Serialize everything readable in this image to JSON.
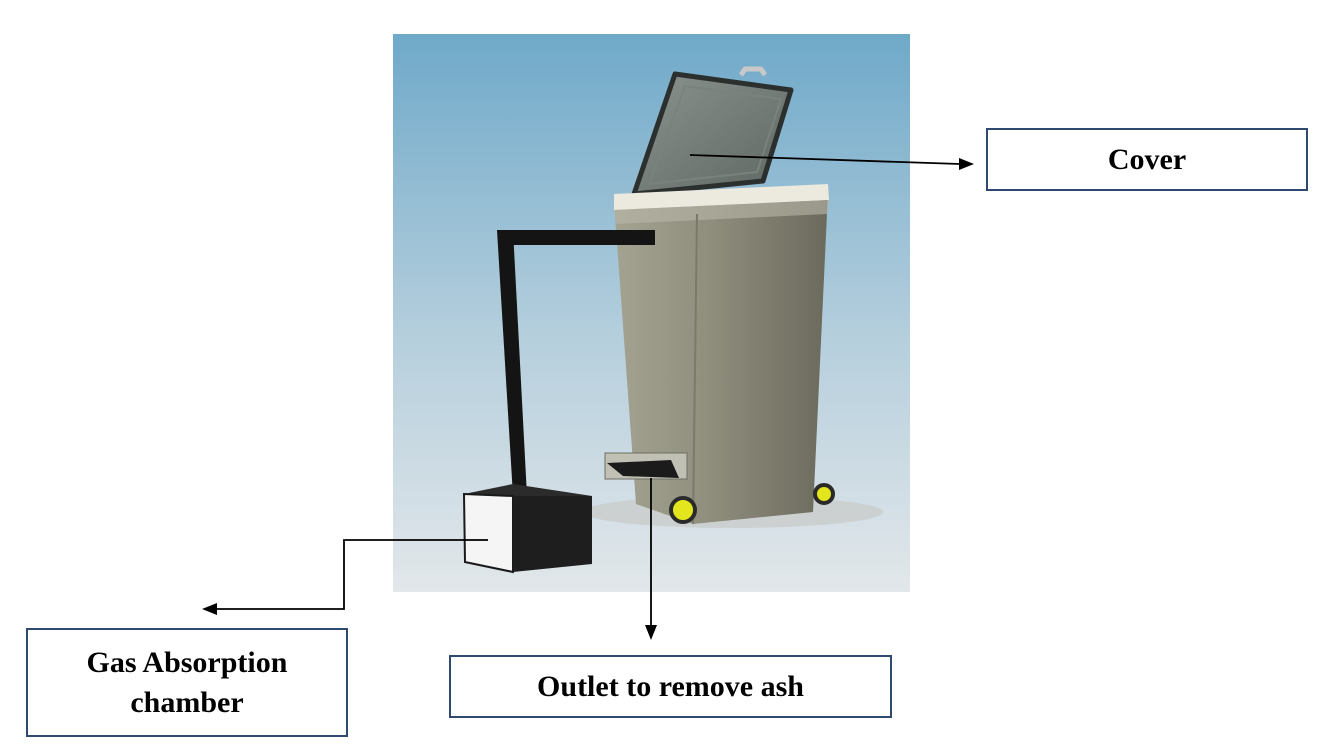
{
  "callouts": {
    "cover": {
      "label": "Cover"
    },
    "outlet": {
      "label": "Outlet to remove ash"
    },
    "gas_chamber": {
      "line1": "Gas Absorption",
      "line2": "chamber"
    }
  },
  "colors": {
    "box_border": "#2f4a6e",
    "sky_top": "#6fa9c9",
    "sky_bottom": "#e2e7ea",
    "bin_body": "#8e8d7c",
    "pipe": "#141414",
    "wheel": "#e3e61d",
    "arrow": "#000000"
  }
}
